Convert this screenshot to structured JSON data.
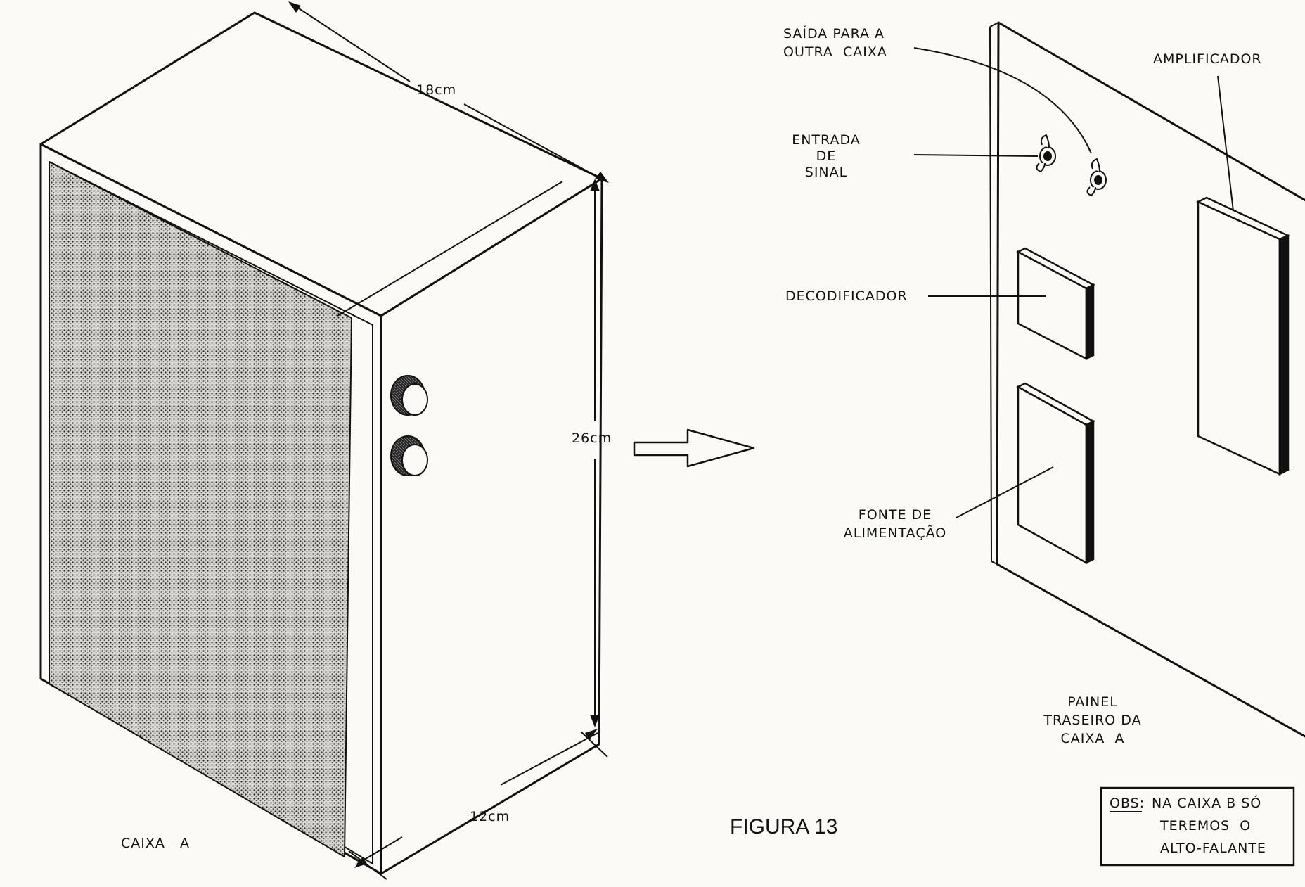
{
  "figure_title": "FIGURA 13",
  "box": {
    "name": "CAIXA   A",
    "dim_width": "18cm",
    "dim_height": "26cm",
    "dim_depth": "12cm"
  },
  "panel": {
    "caption": [
      "PAINEL",
      "TRASEIRO DA",
      "CAIXA  A"
    ],
    "label_output": [
      "SAÍDA PARA A",
      "OUTRA  CAIXA"
    ],
    "label_input": [
      "ENTRADA",
      "DE",
      "SINAL"
    ],
    "label_amplifier": "AMPLIFICADOR",
    "label_decoder": "DECODIFICADOR",
    "label_power": [
      "FONTE DE",
      "ALIMENTAÇÃO"
    ]
  },
  "note": {
    "prefix": "OBS:",
    "lines": [
      "NA CAIXA B SÓ",
      "TEREMOS  O",
      "ALTO-FALANTE"
    ]
  }
}
